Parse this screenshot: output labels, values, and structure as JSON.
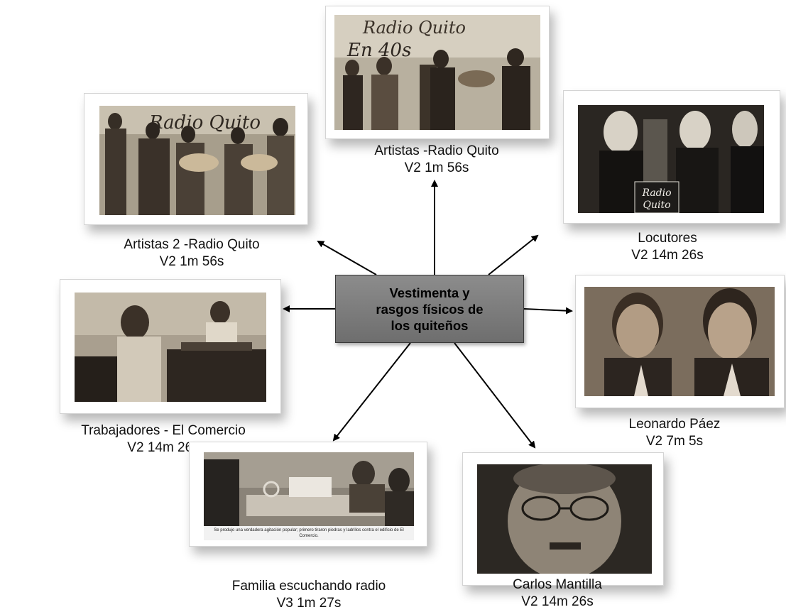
{
  "center": {
    "title": "Vestimenta y\nrasgos físicos de\nlos quiteños"
  },
  "photo_text": {
    "radio_sign": "Radio Quito",
    "en_40s": "En 40s",
    "radio_sign_2": "Radio Quito",
    "mic_sign_line1": "Radio",
    "mic_sign_line2": "Quito",
    "family_caption": "Se produjo una verdadera agitación popular; primero tiraron piedras y ladrillos contra el edificio de El Comercio."
  },
  "nodes": [
    {
      "id": "artistas",
      "title": "Artistas -Radio Quito",
      "detail": "V2 1m 56s"
    },
    {
      "id": "artistas2",
      "title": "Artistas 2 -Radio Quito",
      "detail": "V2 1m 56s"
    },
    {
      "id": "locutores",
      "title": "Locutores",
      "detail": "V2 14m 26s"
    },
    {
      "id": "trabajadores",
      "title": "Trabajadores  - El Comercio",
      "detail": "V2 14m 26s"
    },
    {
      "id": "leonardo",
      "title": "Leonardo Páez",
      "detail": "V2 7m 5s"
    },
    {
      "id": "familia",
      "title": "Familia escuchando radio",
      "detail": "V3 1m 27s"
    },
    {
      "id": "carlos",
      "title": "Carlos Mantilla",
      "detail": "V2 14m 26s"
    }
  ],
  "colors": {
    "center_fill": "#7d7d7d",
    "arrow": "#000000",
    "sepia_dark": "#3b3128",
    "sepia_light": "#cfc6b8"
  }
}
